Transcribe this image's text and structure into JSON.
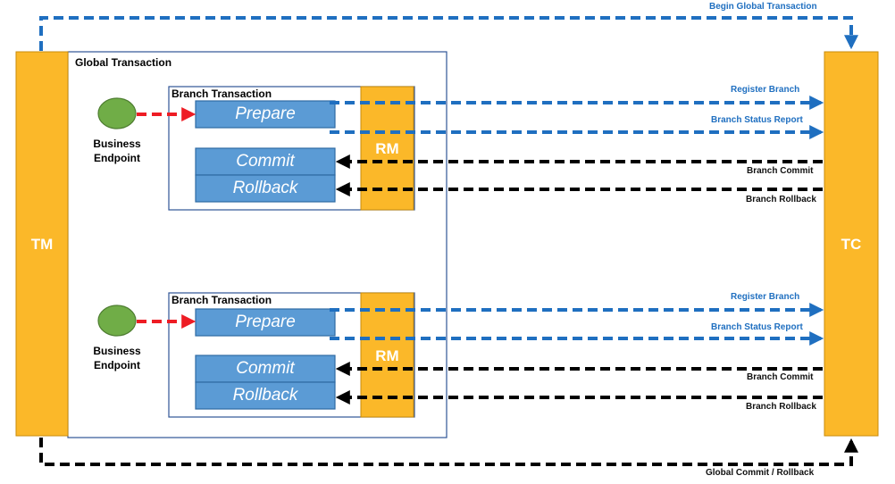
{
  "colors": {
    "actor": "#fbb829",
    "step": "#5b9bd5",
    "endpoint": "#70ad47",
    "prepare_arrow": "#ee1c24",
    "registration_arrow": "#1f6fc0",
    "decision_arrow": "#000000",
    "box_border": "#2f5597"
  },
  "actors": {
    "tm": "TM",
    "tc": "TC"
  },
  "global_transaction_label": "Global Transaction",
  "begin_global_label": "Begin Global Transaction",
  "global_commit_label": "Global Commit / Rollback",
  "branches": [
    {
      "title": "Branch Transaction",
      "rm": "RM",
      "prepare": "Prepare",
      "commit": "Commit",
      "rollback": "Rollback",
      "endpoint": {
        "line1": "Business",
        "line2": "Endpoint"
      },
      "register": "Register Branch",
      "status_report": "Branch Status Report",
      "branch_commit": "Branch Commit",
      "branch_rollback": "Branch Rollback"
    },
    {
      "title": "Branch Transaction",
      "rm": "RM",
      "prepare": "Prepare",
      "commit": "Commit",
      "rollback": "Rollback",
      "endpoint": {
        "line1": "Business",
        "line2": "Endpoint"
      },
      "register": "Register Branch",
      "status_report": "Branch Status Report",
      "branch_commit": "Branch Commit",
      "branch_rollback": "Branch Rollback"
    }
  ]
}
